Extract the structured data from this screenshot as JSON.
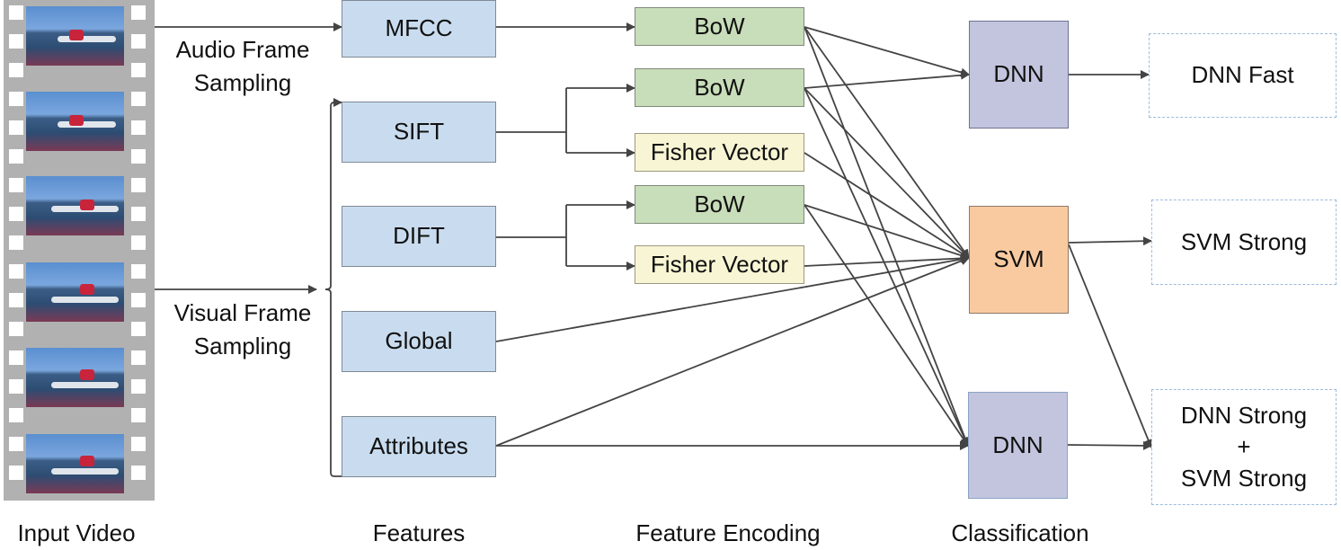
{
  "diagram": {
    "input": {
      "film_frames": 6,
      "caption": "Input Video"
    },
    "sampling": {
      "audio": [
        "Audio Frame",
        "Sampling"
      ],
      "visual": [
        "Visual Frame",
        "Sampling"
      ]
    },
    "features": {
      "caption": "Features",
      "items": [
        "MFCC",
        "SIFT",
        "DIFT",
        "Global",
        "Attributes"
      ]
    },
    "encoding": {
      "caption": "Feature Encoding",
      "items": [
        "BoW",
        "BoW",
        "Fisher Vector",
        "BoW",
        "Fisher Vector"
      ]
    },
    "classification": {
      "caption": "Classification",
      "items": [
        "DNN",
        "SVM",
        "DNN"
      ]
    },
    "outputs": {
      "items": [
        [
          "DNN Fast"
        ],
        [
          "SVM Strong"
        ],
        [
          "DNN Strong",
          "+",
          "SVM Strong"
        ]
      ]
    },
    "edges": [
      [
        "video",
        "MFCC",
        "Audio Frame Sampling"
      ],
      [
        "video",
        "feature-bracket",
        "Visual Frame Sampling"
      ],
      [
        "MFCC",
        "BoW-1"
      ],
      [
        "SIFT",
        "BoW-2"
      ],
      [
        "SIFT",
        "Fisher Vector-1"
      ],
      [
        "DIFT",
        "BoW-3"
      ],
      [
        "DIFT",
        "Fisher Vector-2"
      ],
      [
        "BoW-1",
        "DNN-1"
      ],
      [
        "BoW-1",
        "SVM"
      ],
      [
        "BoW-1",
        "DNN-2"
      ],
      [
        "BoW-2",
        "DNN-1"
      ],
      [
        "BoW-2",
        "SVM"
      ],
      [
        "BoW-2",
        "DNN-2"
      ],
      [
        "Fisher Vector-1",
        "SVM"
      ],
      [
        "BoW-3",
        "SVM"
      ],
      [
        "BoW-3",
        "DNN-2"
      ],
      [
        "Fisher Vector-2",
        "SVM"
      ],
      [
        "Global",
        "SVM"
      ],
      [
        "Attributes",
        "SVM"
      ],
      [
        "Attributes",
        "DNN-2"
      ],
      [
        "DNN-1",
        "DNN Fast"
      ],
      [
        "SVM",
        "SVM Strong"
      ],
      [
        "SVM",
        "DNN Strong + SVM Strong"
      ],
      [
        "DNN-2",
        "DNN Strong + SVM Strong"
      ]
    ],
    "colors": {
      "features": "#c9dcef",
      "bow": "#c8ddb9",
      "fisher": "#f8f5d4",
      "dnn": "#c3c5de",
      "svm": "#f9caa0",
      "output_border": "#9cbbdc",
      "line": "#444444",
      "film": "#b1b1b1"
    }
  }
}
